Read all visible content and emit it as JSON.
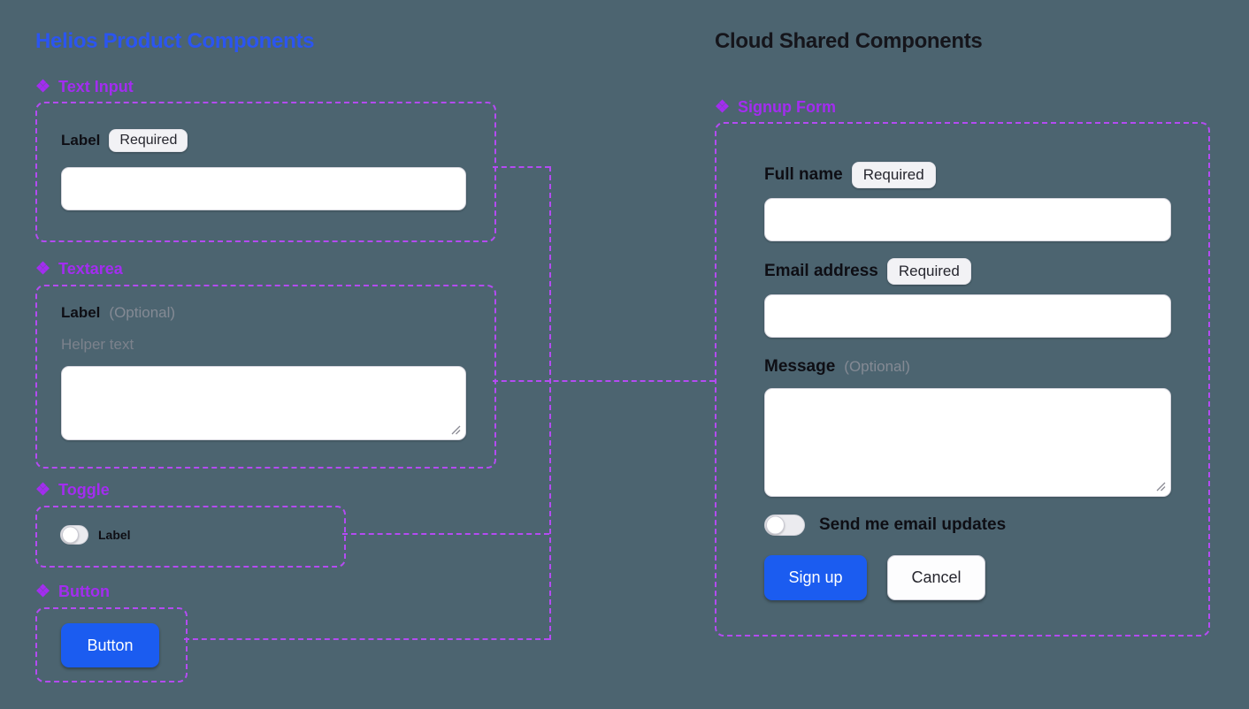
{
  "icons": {
    "component": "❖"
  },
  "colors": {
    "background": "#4c6470",
    "accent_blue_title": "#2b55f0",
    "accent_purple": "#a32df0",
    "dash_purple": "#b44bf2",
    "button_blue": "#1b5cf0",
    "title_dark": "#15151b"
  },
  "left": {
    "title": "Helios Product Components",
    "text_input": {
      "header": "Text Input",
      "label": "Label",
      "badge": "Required",
      "value": ""
    },
    "textarea": {
      "header": "Textarea",
      "label": "Label",
      "optional": "(Optional)",
      "helper": "Helper text",
      "value": ""
    },
    "toggle": {
      "header": "Toggle",
      "label": "Label",
      "state": "off"
    },
    "button": {
      "header": "Button",
      "button_label": "Button"
    }
  },
  "right": {
    "title": "Cloud Shared Components",
    "signup": {
      "header": "Signup Form",
      "full_name_label": "Full name",
      "full_name_badge": "Required",
      "full_name_value": "",
      "email_label": "Email address",
      "email_badge": "Required",
      "email_value": "",
      "message_label": "Message",
      "message_optional": "(Optional)",
      "message_value": "",
      "updates_toggle_label": "Send me email updates",
      "updates_toggle_state": "off",
      "signup_button": "Sign up",
      "cancel_button": "Cancel"
    }
  }
}
